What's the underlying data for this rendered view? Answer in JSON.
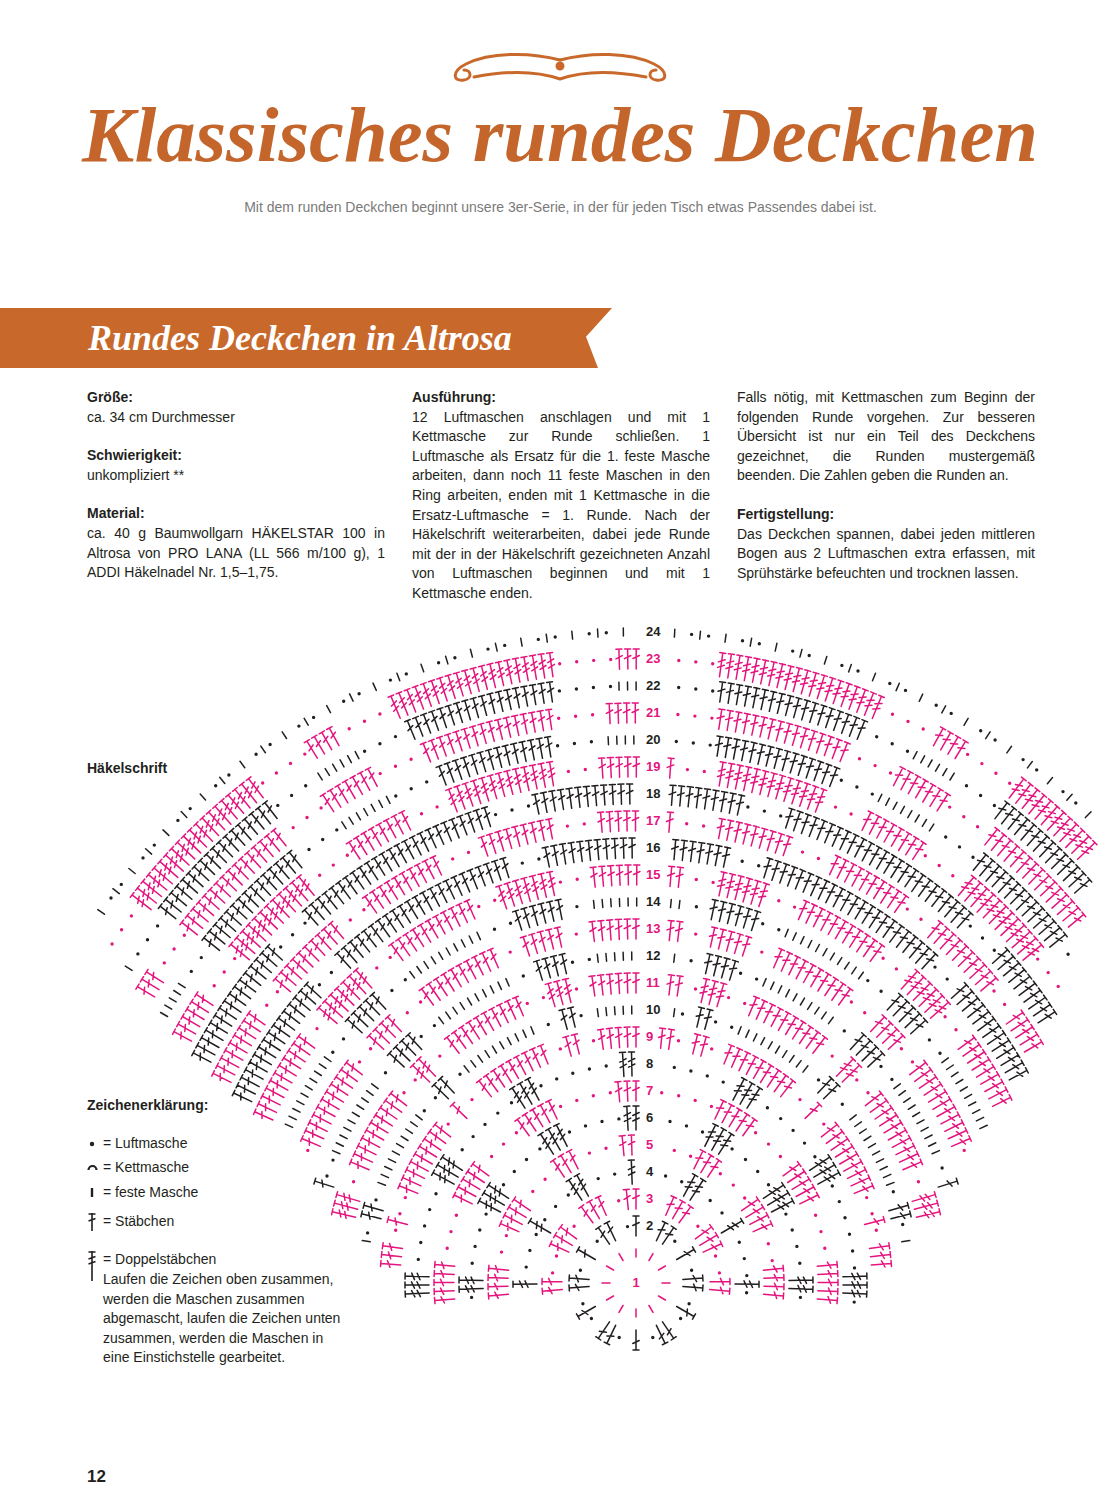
{
  "diagram": {
    "title": "Klassisches rundes Deckchen",
    "nodes": [
      {
        "text": [
          "Rundes Deckchen in Altrosa"
        ]
      }
    ],
    "labels": [
      "Mit dem runden Deckchen beginnt unsere 3er-Serie, in der für jeden Tisch etwas Passendes dabei ist.",
      "Größe:",
      "ca. 34 cm Durchmesser",
      "Schwierigkeit:",
      "unkompliziert **",
      "Material:",
      "ca. 40 g Baumwollgarn HÄKELSTAR 100 in Altrosa von PRO LANA (LL 566 m/100 g), 1 ADDI Häkelnadel Nr. 1,5–1,75.",
      "Ausführung:",
      "12 Luftmaschen anschlagen und mit 1 Kettmasche zur Runde schließen. 1 Luftmasche als Ersatz für die 1. feste Masche arbeiten, dann noch 11 feste Maschen in den Ring arbeiten, enden mit 1 Kettmasche in die Ersatz-Luftmasche = 1. Runde. Nach der Häkelschrift weiterarbeiten, dabei jede Runde mit der in der Häkelschrift gezeichneten Anzahl von Luftmaschen beginnen und mit 1 Kettmasche enden.",
      "Falls nötig, mit Kettmaschen zum Beginn der folgenden Runde vorgehen. Zur besseren Übersicht ist nur ein Teil des Deckchens gezeichnet, die Runden mustergemäß beenden. Die Zahlen geben die Runden an.",
      "Fertigstellung:",
      "Das Deckchen spannen, dabei jeden mittleren Bogen aus 2 Luftmaschen extra erfassen, mit Sprühstärke befeuchten und trocknen lassen.",
      "Häkelschrift",
      "24",
      "23",
      "22",
      "21",
      "20",
      "19",
      "18",
      "17",
      "16",
      "15",
      "14",
      "13",
      "12",
      "11",
      "10",
      "9",
      "8",
      "7",
      "6",
      "5",
      "4",
      "3",
      "2",
      "1",
      "Zeichenerklärung:",
      "Laufen die Zeichen oben zusammen, werden die Maschen zusammen abgemascht, laufen die Zeichen unten zusammen, werden die Maschen in eine Einstichstelle gearbeitet.",
      "12"
    ],
    "legend": [
      {
        "text": "= Luftmasche"
      },
      {
        "text": "= Kettmasche"
      },
      {
        "text": "= feste Masche"
      },
      {
        "text": "= Stäbchen"
      },
      {
        "text": "= Doppelstäbchen"
      }
    ]
  }
}
